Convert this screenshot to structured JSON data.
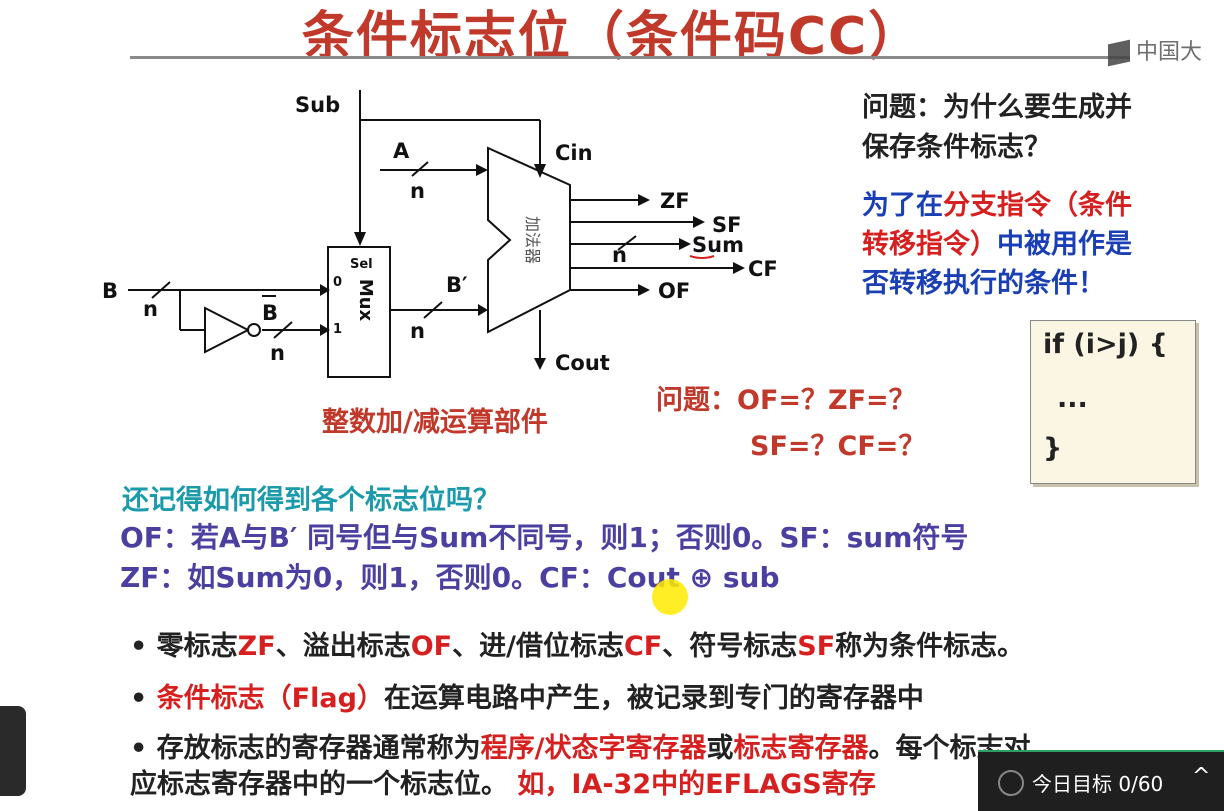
{
  "slide": {
    "title": "条件标志位（条件码CC）",
    "watermark": "中国大"
  },
  "circuit": {
    "labels": {
      "sub": "Sub",
      "a": "A",
      "cin": "Cin",
      "b": "B",
      "b_bar": "B",
      "b_prime": "B′",
      "n": "n",
      "sel": "Sel",
      "mux": "Mux",
      "mux_in0": "0",
      "mux_in1": "1",
      "adder": "加法器",
      "zf": "ZF",
      "sf": "SF",
      "sum": "Sum",
      "cf": "CF",
      "of": "OF",
      "cout": "Cout"
    },
    "caption": "整数加/减运算部件"
  },
  "question1": {
    "line1": "问题：为什么要生成并",
    "line2": "保存条件标志？"
  },
  "answer": {
    "p1": "为了在",
    "p2": "分支指令（条件",
    "p3": "转移指令）",
    "p4": "中被用作是",
    "p5": "否转移执行的条件！"
  },
  "code": {
    "line1": "if (i>j) {",
    "line2": "...",
    "line3": "}"
  },
  "question2": {
    "line1": "问题：OF=？ZF=？",
    "line2": "SF=？CF=？"
  },
  "recall": {
    "title": "还记得如何得到各个标志位吗？",
    "line1": "OF：若A与B′ 同号但与Sum不同号，则1；否则0。SF：sum符号",
    "line2": "ZF：如Sum为0，则1，否则0。CF：Cout ⊕ sub"
  },
  "bullets": {
    "b1_a": "零标志",
    "b1_b": "ZF",
    "b1_c": "、溢出标志",
    "b1_d": "OF",
    "b1_e": "、进/借位标志",
    "b1_f": "CF",
    "b1_g": "、符号标志",
    "b1_h": "SF",
    "b1_i": "称为条件标志。",
    "b2_a": "条件标志（Flag）",
    "b2_b": "在运算电路中产生，被记录到专门的寄存器中",
    "b3_a": "存放标志的寄存器通常称为",
    "b3_b": "程序/状态字寄存器",
    "b3_c": "或",
    "b3_d": "标志寄存器",
    "b3_e": "。每个标志对",
    "b3_f": "应标志寄存器中的一个标志位。 ",
    "b3_g": "如，IA-32中的EFLAGS寄存"
  },
  "player": {
    "goal_label": "今日目标 0/60",
    "caret": "^"
  }
}
